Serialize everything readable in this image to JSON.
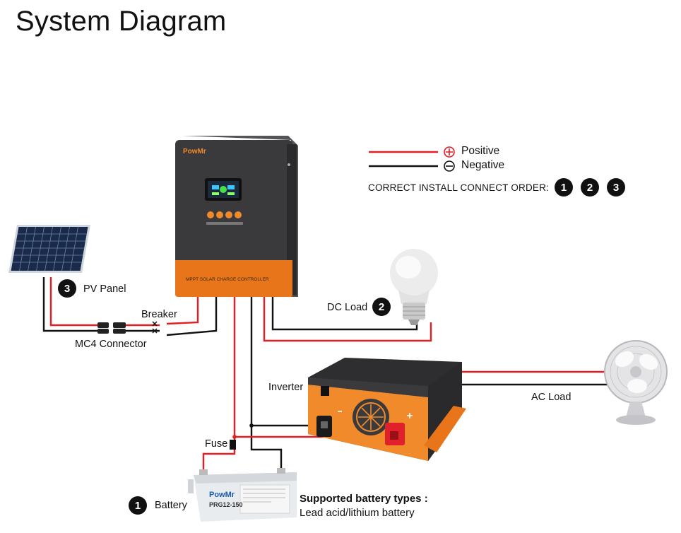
{
  "title": "System Diagram",
  "legend": {
    "positive": "Positive",
    "negative": "Negative",
    "positive_color": "#e31e24",
    "negative_color": "#111111",
    "order_text": "CORRECT INSTALL CONNECT ORDER:",
    "order_steps": [
      "1",
      "2",
      "3"
    ]
  },
  "controller": {
    "brand": "PowMr",
    "label": "MPPT SOLAR CHARGE CONTROLLER",
    "display_icon": "lcd-display-icon",
    "body_color": "#3a3a3c",
    "accent_color": "#e8751a"
  },
  "components": {
    "pv_panel": {
      "label": "PV Panel",
      "step": "3",
      "icon": "solar-panel-icon"
    },
    "breaker": {
      "label": "Breaker",
      "icon": "breaker-switch-icon"
    },
    "mc4": {
      "label": "MC4 Connector",
      "icon": "mc4-connector-icon"
    },
    "dc_load": {
      "label": "DC Load",
      "step": "2",
      "icon": "light-bulb-icon"
    },
    "inverter": {
      "label": "Inverter",
      "icon": "inverter-icon"
    },
    "ac_load": {
      "label": "AC Load",
      "icon": "fan-icon"
    },
    "fuse": {
      "label": "Fuse",
      "icon": "fuse-icon"
    },
    "battery": {
      "label": "Battery",
      "step": "1",
      "icon": "battery-icon",
      "brand": "PowMr",
      "model": "PRG12-150",
      "supported_title": "Supported battery types :",
      "supported_types": "Lead acid/lithium battery"
    }
  }
}
